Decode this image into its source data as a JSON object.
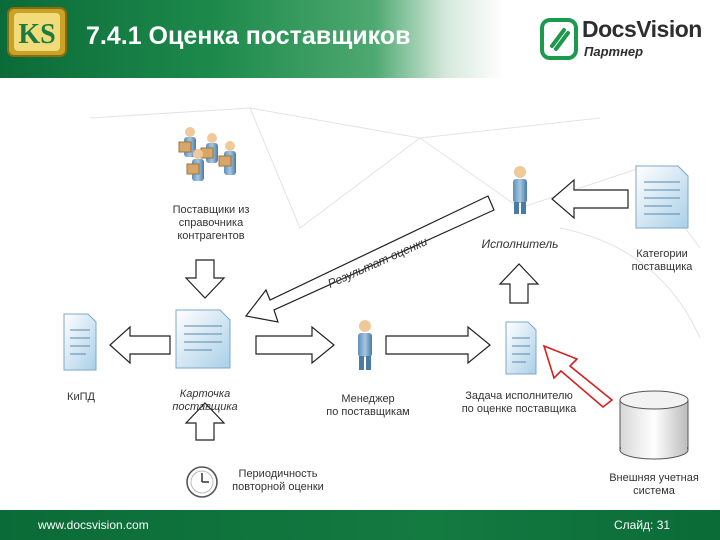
{
  "header": {
    "title": "7.4.1 Оценка поставщиков",
    "brand_name": "DocsVision",
    "brand_sub": "Партнер",
    "logo_letters": "KS"
  },
  "diagram": {
    "suppliers_label": [
      "Поставщики из",
      "справочника",
      "контрагентов"
    ],
    "executor_label": "Исполнитель",
    "categories_label": [
      "Категории",
      "поставщика"
    ],
    "result_label": "Результат оценки",
    "kipd_label": "КиПД",
    "card_label": [
      "Карточка",
      "поставщика"
    ],
    "manager_label": [
      "Менеджер",
      "по поставщикам"
    ],
    "task_label": [
      "Задача исполнителю",
      "по оценке поставщика"
    ],
    "periodicity_label": [
      "Периодичность",
      "повторной оценки"
    ],
    "accounting_label": [
      "Внешняя учетная",
      "система"
    ]
  },
  "footer": {
    "url": "www.docsvision.com",
    "slide": "Слайд: 31"
  }
}
